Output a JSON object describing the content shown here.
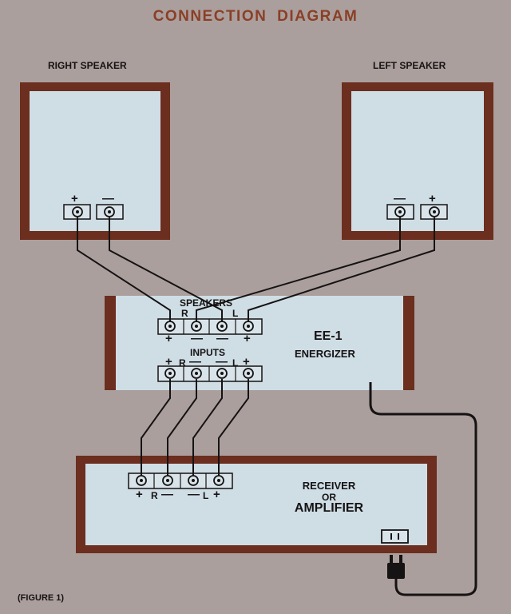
{
  "title": "CONNECTION  DIAGRAM",
  "right_speaker": {
    "label": "RIGHT SPEAKER",
    "terminal_plus": "+",
    "terminal_minus": "—"
  },
  "left_speaker": {
    "label": "LEFT SPEAKER",
    "terminal_plus": "+",
    "terminal_minus": "—"
  },
  "energizer": {
    "model": "EE-1",
    "name": "ENERGIZER",
    "speakers_label": "SPEAKERS",
    "inputs_label": "INPUTS",
    "ch_r": "R",
    "ch_l": "L",
    "plus": "+",
    "minus": "—"
  },
  "receiver": {
    "line1": "RECEIVER",
    "line2": "OR",
    "line3": "AMPLIFIER",
    "ch_r": "R",
    "ch_l": "L",
    "plus": "+",
    "minus": "—"
  },
  "figure_label": "(FIGURE 1)",
  "colors": {
    "frame": "#6b2e1f",
    "panel": "#cfdde5",
    "background": "#ab9f9d",
    "title": "#8a3f26",
    "wire": "#151313"
  }
}
